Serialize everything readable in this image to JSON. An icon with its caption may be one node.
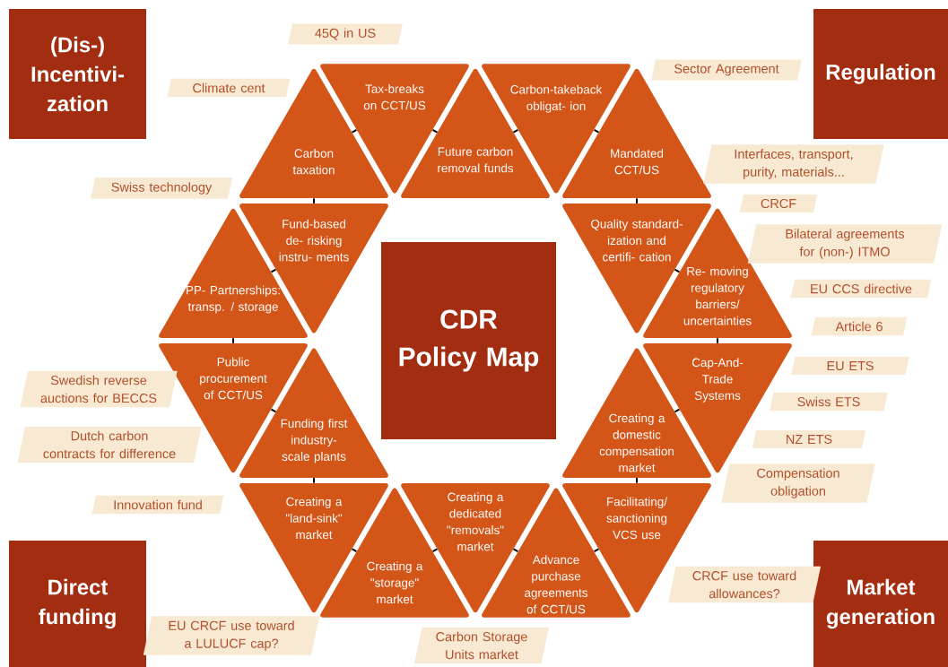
{
  "diagram": {
    "nodes": [
      {
        "text": [
          "(Dis-) Incentivi- zation"
        ]
      },
      {
        "text": [
          "Regulation"
        ]
      },
      {
        "text": [
          "CDR Policy Map"
        ]
      },
      {
        "text": [
          "Direct funding"
        ]
      },
      {
        "text": [
          "Market generation"
        ]
      },
      {
        "text": [
          "Carbon taxation"
        ]
      },
      {
        "text": [
          "Tax-breaks on CCT/US"
        ]
      },
      {
        "text": [
          "Future carbon removal funds"
        ]
      },
      {
        "text": [
          "Carbon-takeback obligat- ion"
        ]
      },
      {
        "text": [
          "Mandated CCT/US"
        ]
      },
      {
        "text": [
          "Fund-based de- risking instru- ments"
        ]
      },
      {
        "text": [
          "PP- Partnerships: transp. / storage"
        ]
      },
      {
        "text": [
          "Quality standard- ization and certifi- cation"
        ]
      },
      {
        "text": [
          "Re- moving regulatory barriers/ uncertainties"
        ]
      },
      {
        "text": [
          "Public procurement of CCT/US"
        ]
      },
      {
        "text": [
          "Funding first industry- scale plants"
        ]
      },
      {
        "text": [
          "Creating a domestic compensation market"
        ]
      },
      {
        "text": [
          "Cap-And- Trade Systems"
        ]
      },
      {
        "text": [
          "Creating a \"land-sink\" market"
        ]
      },
      {
        "text": [
          "Creating a \"storage\" market"
        ]
      },
      {
        "text": [
          "Creating a dedicated \"removals\" market"
        ]
      },
      {
        "text": [
          "Advance purchase agreements of CCT/US"
        ]
      },
      {
        "text": [
          "Facilitating/ sanctioning VCS use"
        ]
      },
      {
        "text": [
          "45Q in US"
        ]
      },
      {
        "text": [
          "Sector Agreement"
        ]
      },
      {
        "text": [
          "Climate cent"
        ]
      },
      {
        "text": [
          "Interfaces, transport, purity, materials..."
        ]
      },
      {
        "text": [
          "Swiss technology"
        ]
      },
      {
        "text": [
          "CRCF"
        ]
      },
      {
        "text": [
          "Bilateral agreements for (non-) ITMO"
        ]
      },
      {
        "text": [
          "EU CCS directive"
        ]
      },
      {
        "text": [
          "Article 6"
        ]
      },
      {
        "text": [
          "EU ETS"
        ]
      },
      {
        "text": [
          "Swedish reverse auctions for BECCS"
        ]
      },
      {
        "text": [
          "Swiss ETS"
        ]
      },
      {
        "text": [
          "NZ ETS"
        ]
      },
      {
        "text": [
          "Dutch carbon contracts for difference"
        ]
      },
      {
        "text": [
          "Compensation obligation"
        ]
      },
      {
        "text": [
          "Innovation fund"
        ]
      },
      {
        "text": [
          "CRCF use toward allowances?"
        ]
      },
      {
        "text": [
          "EU CRCF use toward a LULUCF cap?"
        ]
      },
      {
        "text": [
          "Carbon Storage Units market"
        ]
      }
    ],
    "edges": [
      {
        "from": 5,
        "to": 6,
        "arrow": "none"
      },
      {
        "from": 6,
        "to": 7,
        "arrow": "none"
      },
      {
        "from": 7,
        "to": 8,
        "arrow": "none"
      },
      {
        "from": 8,
        "to": 9,
        "arrow": "none"
      },
      {
        "from": 9,
        "to": 12,
        "arrow": "none"
      },
      {
        "from": 12,
        "to": 13,
        "arrow": "none"
      },
      {
        "from": 13,
        "to": 17,
        "arrow": "none"
      },
      {
        "from": 17,
        "to": 16,
        "arrow": "none"
      },
      {
        "from": 16,
        "to": 22,
        "arrow": "none"
      },
      {
        "from": 22,
        "to": 21,
        "arrow": "none"
      },
      {
        "from": 21,
        "to": 20,
        "arrow": "none"
      },
      {
        "from": 20,
        "to": 19,
        "arrow": "none"
      },
      {
        "from": 19,
        "to": 18,
        "arrow": "none"
      },
      {
        "from": 18,
        "to": 15,
        "arrow": "none"
      },
      {
        "from": 15,
        "to": 14,
        "arrow": "none"
      },
      {
        "from": 14,
        "to": 11,
        "arrow": "none"
      },
      {
        "from": 11,
        "to": 10,
        "arrow": "none"
      },
      {
        "from": 10,
        "to": 5,
        "arrow": "none"
      }
    ]
  }
}
